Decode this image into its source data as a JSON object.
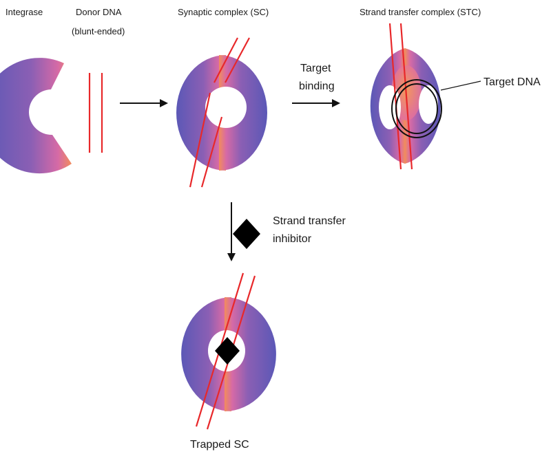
{
  "headers": {
    "integrase": "Integrase",
    "donor_line1": "Donor DNA",
    "donor_line2": "(blunt-ended)",
    "sc": "Synaptic complex (SC)",
    "stc": "Strand transfer complex (STC)"
  },
  "arrow_labels": {
    "target_line1": "Target",
    "target_line2": "binding",
    "inhibitor_line1": "Strand transfer",
    "inhibitor_line2": "inhibitor"
  },
  "callouts": {
    "target_dna": "Target DNA"
  },
  "footer": {
    "trapped": "Trapped SC"
  },
  "colors": {
    "integrase_violet": "#5a5ab8",
    "integrase_magenta": "#d06aa8",
    "integrase_orange": "#f08a5a",
    "dna_red": "#e8282a",
    "inhibitor_black": "#000000"
  }
}
